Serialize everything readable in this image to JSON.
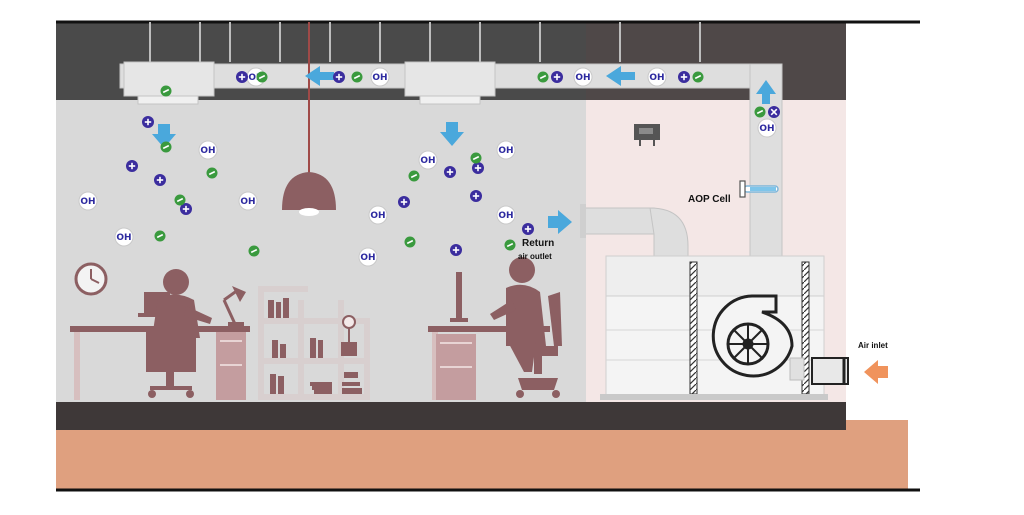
{
  "labels": {
    "aop_cell": "AOP Cell",
    "return_line1": "Return",
    "return_line2": "air outlet",
    "air_inlet": "Air inlet"
  },
  "particles": {
    "oh_text": "OH"
  },
  "colors": {
    "hydroxyl_radical": "#2d2aa0",
    "positive_ion": "#3b2d9e",
    "negative_ion": "#3a9a3e",
    "supply_arrow": "#4aa8dc",
    "inlet_arrow": "#f0935c",
    "office_wall": "#d9d9d9",
    "room_ceiling": "#4a4a4a",
    "floor": "#3e3838",
    "ground": "#dfa07f",
    "furniture": "#8c5f62",
    "mechanical_room": "#f4e7e6",
    "duct": "#dedede"
  },
  "icons": {
    "hydroxyl": "OH-circle",
    "positive_ion": "plus-circle-icon",
    "negative_ion": "minus-circle-icon",
    "neutralized": "x-circle-icon"
  }
}
